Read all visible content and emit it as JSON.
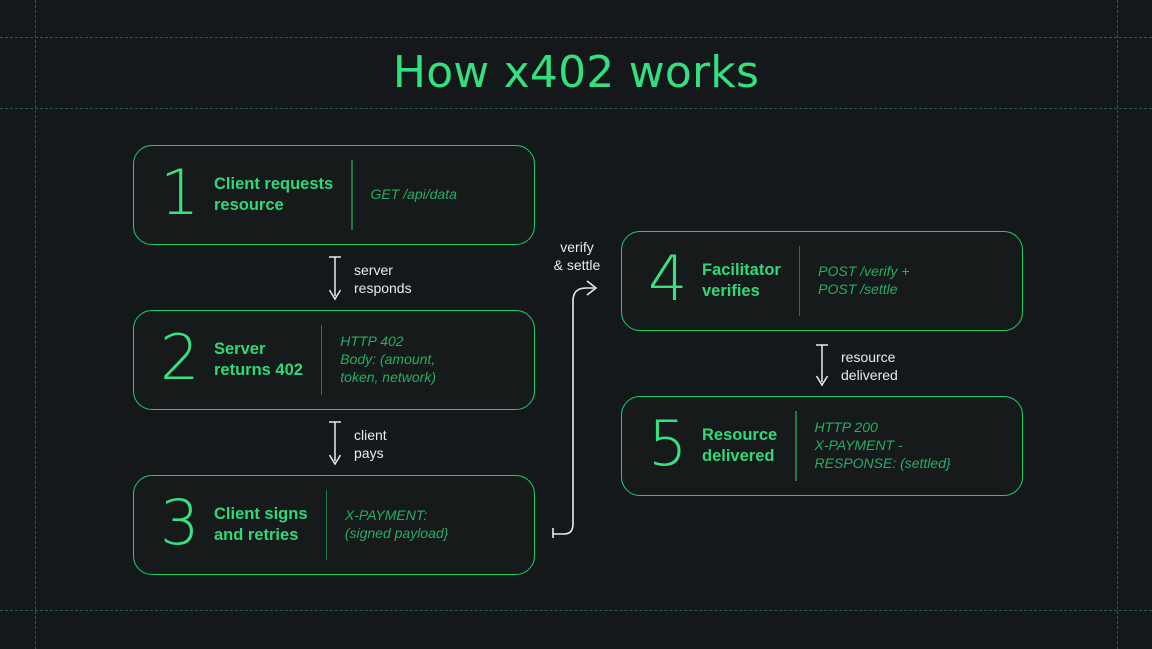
{
  "title": "How x402 works",
  "theme": {
    "background": "#15181a",
    "accent_green": "#17d169",
    "number_green": "#3ae07f",
    "detail_green": "#27ad63",
    "grid_green": "#2f5a42",
    "label_white": "#e8ebec"
  },
  "steps": [
    {
      "number": "1",
      "title": "Client requests\nresource",
      "detail": "GET /api/data"
    },
    {
      "number": "2",
      "title": "Server\nreturns 402",
      "detail": "HTTP 402\nBody: (amount,\ntoken, network)"
    },
    {
      "number": "3",
      "title": "Client signs\nand retries",
      "detail": "X-PAYMENT:\n(signed payload}"
    },
    {
      "number": "4",
      "title": "Facilitator\nverifies",
      "detail": "POST /verify +\nPOST /settle"
    },
    {
      "number": "5",
      "title": "Resource\ndelivered",
      "detail": "HTTP 200\nX-PAYMENT -\nRESPONSE: (settled}"
    }
  ],
  "connectors": [
    {
      "label": "server\nresponds"
    },
    {
      "label": "client\npays"
    },
    {
      "label": "verify\n& settle"
    },
    {
      "label": "resource\ndelivered"
    }
  ]
}
